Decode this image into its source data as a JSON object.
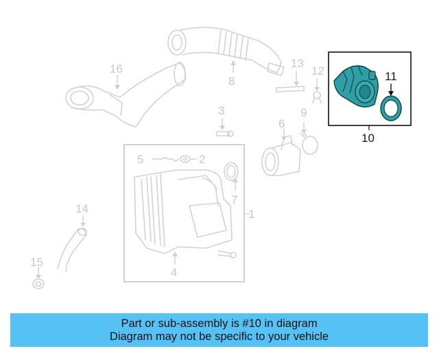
{
  "callouts": {
    "c1": "1",
    "c2": "2",
    "c3": "3",
    "c4": "4",
    "c5": "5",
    "c6": "6",
    "c7": "7",
    "c8": "8",
    "c9": "9",
    "c10": "10",
    "c11": "11",
    "c12": "12",
    "c13": "13",
    "c14": "14",
    "c15": "15",
    "c16": "16"
  },
  "highlight": {
    "part_number": "10",
    "color": "#2e9fa6"
  },
  "banner": {
    "line1": "Part or sub-assembly is #10 in diagram",
    "line2": "Diagram may not be specific to your vehicle",
    "color": "#56c1f5"
  }
}
